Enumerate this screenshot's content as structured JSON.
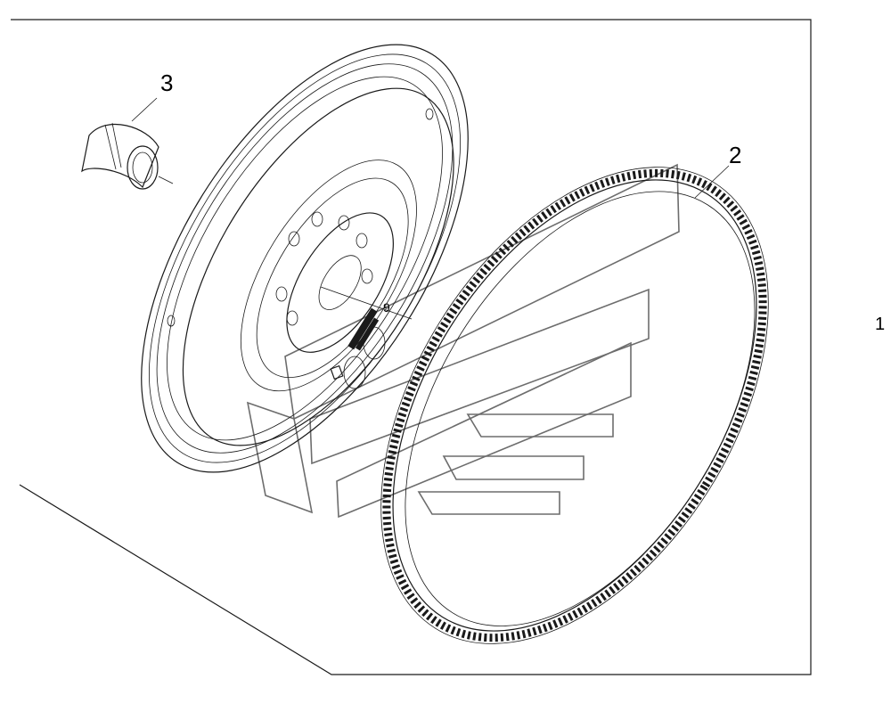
{
  "diagram": {
    "callouts": {
      "assembly": "1",
      "ring_gear": "2",
      "bushing": "3"
    },
    "flywheel_mark": "9",
    "colors": {
      "line": "#1a1a1a",
      "watermark": "#6d6d6d",
      "background": "#ffffff"
    },
    "parts": [
      {
        "icon": "flywheel-drawing"
      },
      {
        "icon": "ring-gear-drawing"
      },
      {
        "icon": "pilot-bushing-drawing"
      }
    ]
  }
}
